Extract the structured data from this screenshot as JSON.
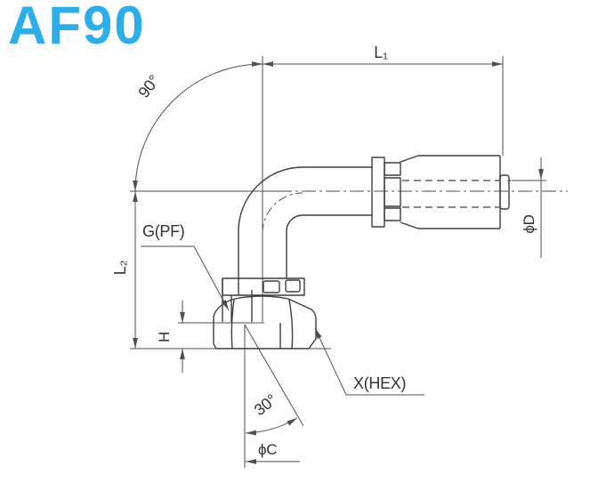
{
  "title": {
    "text": "AF90",
    "color": "#2BAEE9"
  },
  "drawing": {
    "colors": {
      "outline": "#3d3d3d",
      "dimension": "#4f4f4f",
      "label": "#333333",
      "background": "#ffffff"
    },
    "labels": {
      "length_top": "L₁",
      "length_side": "L₂",
      "bend_angle": "90°",
      "seat_angle": "30°",
      "thread": "G(PF)",
      "nut_height": "H",
      "hex_size": "X(HEX)",
      "hose_dia": "ϕD",
      "seat_dia": "ϕC"
    }
  }
}
